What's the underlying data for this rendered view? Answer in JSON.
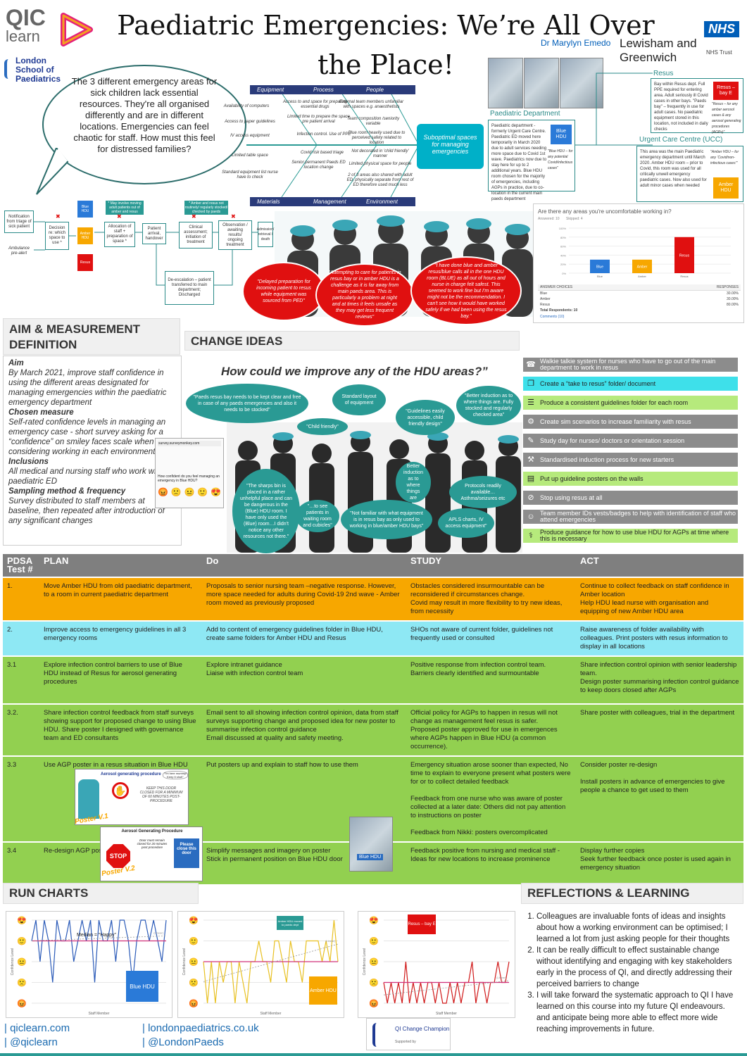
{
  "header": {
    "title": "Paediatric Emergencies: We’re All Over the Place!",
    "author": "Dr Marylyn Emedo",
    "logo_qic": "QIC",
    "logo_learn": "learn",
    "nhs": "NHS",
    "trust": "Lewisham and Greenwich",
    "trust_sub": "NHS Trust",
    "lsp": "London School of Paediatrics"
  },
  "intro": {
    "speech": "The 3 different emergency areas for sick children lack essential resources. They're all organised differently and are in different locations. Emergencies can feel chaotic for staff. How must this feel for distressed families?"
  },
  "fishbone": {
    "top_labels": [
      "Equipment",
      "Process",
      "People"
    ],
    "bottom_labels": [
      "Materials",
      "Management",
      "Environment"
    ],
    "head": "Suboptimal spaces for managing emergencies",
    "items": [
      "Availability of computers",
      "Access to paper guidelines",
      "IV access equipment",
      "Limited table space",
      "Standard equipment list nurse have to check",
      "Access to and space for preparing essential drugs",
      "Limited time to prepare the space pre patient arrival",
      "Infection control. Use of PPE",
      "Covid risk based triage",
      "Senior permanent Paeds ED location change",
      "External team members unfamiliar with spaces e.g. anaesthetists",
      "Team composition /seniority variable",
      "Blue room heavily used due to perceived safety related to location",
      "Not decorated in 'child friendly' manner",
      "Limited physical space for people",
      "2 of 3 areas also shared with adult ED, physically separate from rest of ED therefore used much less"
    ]
  },
  "department": {
    "paed_label": "Paediatric Department",
    "paed_notes": "Paediatric department - formerly Urgent Care Centre. Paediatric ED moved here temporarily in March 2020 due to adult services needing more space due to Covid 1st wave. Paediatrics now due to stay here for up to 2 additional years. Blue HDU room chosen for the majority of emergencies, including AGPs in practice, due to co-location in the current main paeds department",
    "blue_label": "Blue HDU",
    "blue_note": "\"Blue HDU – for any potential Covid/infectious cases\"",
    "resus_label": "Resus",
    "resus_notes": "Bay within Resus dept. Full PPE required for entering area. Adult seriously ill Covid cases in other bays. \"Paeds bay\" – frequently in use for adult cases. No paediatric equipment stored in this location, not included in daily checks",
    "resus_box": "Resus – bay E",
    "resus_note": "\"Resus – for any amber aerosol cases & any aerosol generating procedures (AGPs)\"",
    "ucc_label": "Urgent Care Centre (UCC)",
    "ucc_notes": "This area was the main Paediatric emergency department until March 2020. Amber HDU room – prior to Covid, this room was used for all critically unwell emergency paediatric cases. Now also used for adult minor cases when needed",
    "ucc_note": "\"Amber HDU – for any ‘Covid/non-infectious cases’\"",
    "amber_box": "Amber HDU"
  },
  "flow": {
    "boxes": [
      "Notification from triage of sick patient",
      "Ambulance pre-alert",
      "Decision re: which space to use *",
      "Allocation of staff + preparation of space *",
      "Patient arrival, handover",
      "Clinical assessment; initiation of treatment",
      "Observation / awaiting results/ ongoing treatment",
      "Admission/ retrieval / death",
      "De-escalation – patient transferred to main department; Discharged"
    ],
    "rooms": [
      "Blue HDU",
      "Amber HDU",
      "Resus"
    ],
    "note1": "* May involve moving adult patients out of amber and resus",
    "note2": "* Amber and resus not routinely/ regularly stocked/ checked by paeds",
    "marks": [
      "✖",
      "✖",
      "✖",
      "✖"
    ]
  },
  "quotes": {
    "q1": "\"Delayed preparation for incoming patient to resus while equipment was sourced from PED\"",
    "q2": "\"Attempting to care for patients in resus bay or in amber HDU is a challenge as it is far away from main paeds area. This is particularly a problem at night and at times it feels unsafe as they may get less frequent reviews\"",
    "q3": "\"I have done blue and amber resus/blue calls all in the one HDU room (BLUE) as all out of hours and nurse in charge felt safest. This seemed to work fine but I'm aware might not be the recommendation. I can't see how it would have worked safely if we had been using the resus bay.\""
  },
  "survey": {
    "question": "Are there any areas you're uncomfortable working in?",
    "answered": "Answered: 10",
    "skipped": "Skipped: 4",
    "header_choice": "ANSWER CHOICES",
    "header_resp": "RESPONSES",
    "rows": [
      [
        "Blue",
        "30.00%"
      ],
      [
        "Amber",
        "30.00%"
      ],
      [
        "Resus",
        "80.00%"
      ]
    ],
    "total": "Total Respondents: 10",
    "comments": "Comments (10)",
    "yticks": [
      "100%",
      "80%",
      "60%",
      "40%",
      "20%",
      "0%"
    ]
  },
  "aim": {
    "heading": "AIM & MEASUREMENT DEFINITION",
    "aim_h": "Aim",
    "aim_t": "By March 2021, improve staff confidence in using the different areas designated for managing emergencies within the paediatric emergency department",
    "chosen_h": "Chosen measure",
    "chosen_t": "Self-rated confidence levels in managing an emergency case - short survey asking for a “confidence” on smiley faces scale when considering working in each environment",
    "incl_h": "Inclusions",
    "incl_t": "All medical and nursing staff who work within paediatric ED",
    "samp_h": "Sampling method & frequency",
    "samp_t": "Survey distributed to staff members at baseline, then repeated after introduction of any significant changes",
    "survey_url": "survey.surveymonkey.com",
    "survey_q": "How confident do you feel managing an emergency in Blue HDU?",
    "faces": [
      "😡",
      "🙁",
      "😐",
      "🙂",
      "😍"
    ]
  },
  "change": {
    "heading": "CHANGE IDEAS",
    "question": "How could we improve any of the HDU areas?”",
    "bubbles": [
      "\"Paeds resus bay needs to be kept clear and free in case of any paeds emergencies and also it needs to be stocked\"",
      "\"Child friendly\"",
      "Standard layout of equipment",
      "\"Guidelines easily accessible, child friendly design\"",
      "\"Better induction as to where things are. Fully stocked and regularly checked area\"",
      "\"The sharps bin is placed in a rather unhelpful place and can be dangerous in the (Blue) HDU room. I have only used the (Blue) room…I didn't notice any other resources not there.\"",
      "\"…to see patients in waiting room and cubicles\"",
      "\"Not familiar with what equipment is in resus bay as only used to working in blue/amber HDU bays\"",
      "Better induction as to where things are",
      "Protocols readily available… Asthma/seizures etc",
      "APLS charts, IV access equipment\""
    ],
    "ideas": [
      {
        "text": "Walkie talkie system for nurses who have to go out of the main department to work in resus",
        "bg": "#8c8c8c",
        "fg": "#fff",
        "icon": "☎"
      },
      {
        "text": "Create a “take to resus” folder/ document",
        "bg": "#3ee0ea",
        "fg": "#222",
        "icon": "❐"
      },
      {
        "text": "Produce a consistent guidelines folder for each room",
        "bg": "#b6ea7c",
        "fg": "#222",
        "icon": "☰"
      },
      {
        "text": "Create sim scenarios to increase familiarity with resus",
        "bg": "#8c8c8c",
        "fg": "#fff",
        "icon": "⚙"
      },
      {
        "text": "Study day for nurses/ doctors or orientation session",
        "bg": "#8c8c8c",
        "fg": "#fff",
        "icon": "✎"
      },
      {
        "text": "Standardised induction process for new starters",
        "bg": "#8c8c8c",
        "fg": "#fff",
        "icon": "⚒"
      },
      {
        "text": "Put up guideline posters on the walls",
        "bg": "#b6ea7c",
        "fg": "#222",
        "icon": "▤"
      },
      {
        "text": "Stop using resus at all",
        "bg": "#8c8c8c",
        "fg": "#fff",
        "icon": "⊘"
      },
      {
        "text": "Team member IDs vests/badges to help with identification of staff who attend emergencies",
        "bg": "#8c8c8c",
        "fg": "#fff",
        "icon": "☺"
      },
      {
        "text": "Produce guidance for how to use blue HDU for AGPs at time where this is necessary",
        "bg": "#b6ea7c",
        "fg": "#222",
        "icon": "⚕"
      }
    ]
  },
  "pdsa": {
    "headers": [
      "PDSA Test #",
      "PLAN",
      "Do",
      "STUDY",
      "ACT"
    ],
    "rows": [
      {
        "cls": "r1",
        "cells": [
          "1.",
          "Move Amber HDU from old paediatric department, to a room in current paediatric department",
          "Proposals to senior nursing team –negative response. However, more space needed for adults during Covid-19 2nd wave - Amber room moved as previously proposed",
          "Obstacles considered insurmountable can be reconsidered if circumstances change.\nCovid may result in more flexibility to try new ideas, from necessity",
          "Continue to collect feedback on staff confidence in Amber location\nHelp HDU lead nurse with organisation and equipping of new Amber HDU area"
        ]
      },
      {
        "cls": "r2",
        "cells": [
          "2.",
          "Improve access to emergency  guidelines in all 3 emergency rooms",
          "Add to content of emergency guidelines folder in Blue HDU, create same folders for Amber HDU and Resus",
          "SHOs not aware of current folder, guidelines not frequently used or consulted",
          "Raise awareness of folder availability with colleagues. Print posters with resus information to display in all locations"
        ]
      },
      {
        "cls": "r3",
        "cells": [
          "3.1",
          "Explore infection control barriers to use of Blue HDU instead of Resus for aerosol generating procedures",
          "Explore intranet guidance\nLiaise with infection control team",
          "Positive response from infection control team.\nBarriers clearly identified and surmountable",
          "Share infection control opinion with senior leadership team.\nDesign poster summarising infection control guidance to keep doors closed after AGPs"
        ]
      },
      {
        "cls": "r3",
        "cells": [
          "3.2.",
          "Share infection control feedback from staff surveys showing support for proposed change to using Blue HDU. Share poster I designed  with governance team and ED consultants",
          "Email sent to all showing infection control opinion, data from staff surveys supporting change and proposed idea for new poster to summarise infection control guidance\nEmail discussed at quality and safety meeting.",
          "Official policy for AGPs to happen in resus will not change as management feel resus is safer.\nProposed poster approved for use in emergences where AGPs happen in Blue HDU (a common occurrence).",
          "Share poster with colleagues, trial in the department"
        ]
      },
      {
        "cls": "r3",
        "cells": [
          "3.3",
          "Use AGP poster in a resus situation in Blue HDU",
          "Put posters up and explain to staff how to use them",
          "Emergency situation arose sooner than expected, No time to explain to everyone present what posters were for or to collect detailed feedback\n\nFeedback from one nurse who was aware of poster collected at a later date: Others did not pay attention to instructions on poster\n\nFeedback from Nikki: posters overcomplicated",
          "Consider poster re-design\n\nInstall posters in advance of emergencies to give people a chance to get used to them"
        ]
      },
      {
        "cls": "r3",
        "cells": [
          "3.4",
          "Re-design AGP poster",
          "Simplify messages and imagery on poster\nStick in permanent position on Blue HDU door",
          "Feedback positive from nursing and medical staff - Ideas for new locations to increase prominence",
          "Display further copies\nSeek further feedback once poster is used again in emergency situation"
        ]
      }
    ],
    "poster1_title": "Aerosol generating procedure",
    "poster1_keep": "KEEP THIS DOOR CLOSED FOR A MINIMUM OF 60 MINUTES POST-PROCEDURE",
    "poster1_bubble": "\"I'm here mummy! Keep it shut!\"",
    "poster1_label": "Poster V.1",
    "poster2_title": "Aerosol Generating Procedure",
    "poster2_sub": "Door must remain closed for 20 minutes post procedure",
    "poster2_stop": "STOP",
    "poster2_please": "Please close this door",
    "poster2_label": "Poster V.2",
    "door_label": "Blue HDU"
  },
  "run": {
    "heading": "RUN CHARTS",
    "xlabel": "Staff Member",
    "ylabel": "Confidence Level",
    "median_label": "Median = “Happy”",
    "blue_label": "Blue HDU",
    "amber_label": "Amber HDU",
    "amber_note": "Amber HDU moved to paeds dept",
    "resus_label": "Resus – bay E",
    "trend": "(Linear)"
  },
  "chart_data": [
    {
      "type": "line",
      "title": "",
      "xlabel": "Staff Member",
      "ylabel": "Confidence Level",
      "ylim": [
        1,
        5
      ],
      "series": [
        {
          "name": "Blue HDU",
          "values": [
            4,
            5,
            3,
            5,
            4,
            2,
            5,
            4,
            4,
            5,
            3,
            4,
            5,
            4,
            5,
            2,
            5,
            4,
            4,
            5,
            3,
            5,
            5,
            4,
            2,
            4,
            5,
            5,
            4,
            5,
            4,
            3,
            5
          ]
        }
      ]
    },
    {
      "type": "line",
      "title": "",
      "xlabel": "Staff Member",
      "ylabel": "Confidence Level",
      "ylim": [
        1,
        5
      ],
      "series": [
        {
          "name": "Amber HDU",
          "values": [
            3,
            1,
            3,
            1,
            3,
            2,
            3,
            3,
            1,
            3,
            2,
            1,
            3,
            3,
            4,
            3,
            3,
            2,
            4,
            4,
            3,
            2,
            4,
            3,
            3,
            2,
            4,
            4,
            4,
            4,
            3,
            4,
            3,
            5,
            3
          ]
        }
      ]
    },
    {
      "type": "line",
      "title": "",
      "xlabel": "Staff Member",
      "ylabel": "Confidence Level",
      "ylim": [
        1,
        5
      ],
      "series": [
        {
          "name": "Resus – bay E",
          "values": [
            2,
            1,
            2,
            1,
            2,
            1,
            3,
            1,
            2,
            1,
            2,
            1,
            2,
            2,
            1,
            2,
            1,
            1,
            2,
            1,
            2,
            1,
            2,
            2,
            3,
            1,
            2,
            2,
            1,
            2,
            2,
            3,
            2,
            2,
            3
          ]
        }
      ]
    }
  ],
  "reflections": {
    "heading": "REFLECTIONS & LEARNING",
    "items": [
      "Colleagues are invaluable fonts of ideas and insights about how a working environment can be optimised; I learned a lot from just asking people for their thoughts",
      "It can be really difficult to effect sustainable change without identifying and engaging with key stakeholders early in the process of QI, and directly addressing their perceived barriers to change",
      "I will take forward the systematic approach to QI I have learned on this course into my future QI endeavours. and anticipate being more able to effect more wide reaching improvements in future."
    ]
  },
  "footer": {
    "links": [
      "| qiclearn.com",
      "| @qiclearn",
      "| londonpaediatrics.co.uk",
      "| @LondonPaeds"
    ],
    "champion": "QI Change Champion",
    "supported": "Supported by"
  }
}
